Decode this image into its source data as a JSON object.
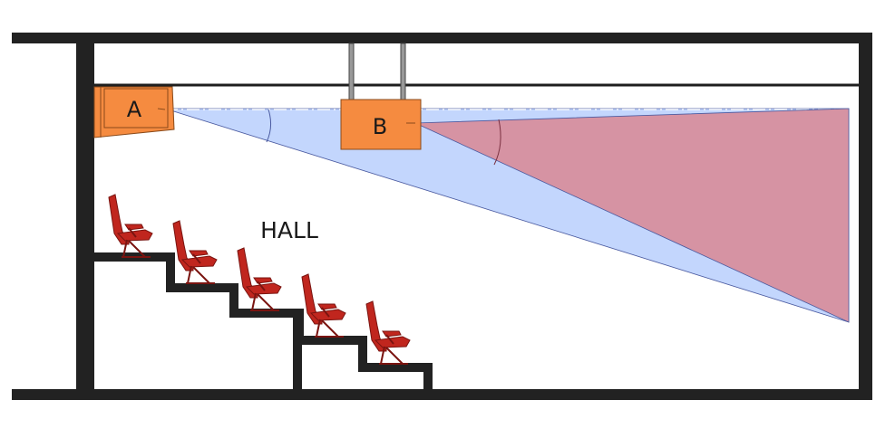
{
  "labels": {
    "projector_a": "A",
    "projector_b": "B",
    "room": "HALL"
  },
  "colors": {
    "wall": "#222222",
    "ceiling_line": "#1e1e1e",
    "projector_fill": "#f58b40",
    "projector_stroke": "#8a4a1a",
    "beam_a_fill": "#c3d6fd",
    "beam_b_fill": "#d693a3",
    "beam_edge": "#4a5aa0",
    "seat_fill": "#c0261e",
    "seat_stroke": "#7a1410"
  },
  "seats": {
    "count": 5
  }
}
